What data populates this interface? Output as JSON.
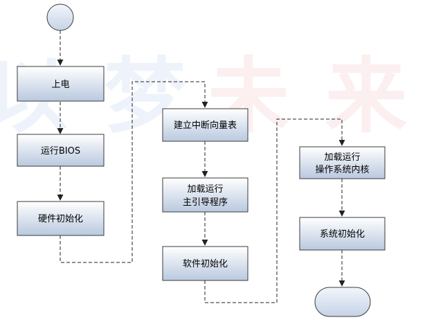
{
  "colors": {
    "box_fill_top": "#ffffff",
    "box_fill_bottom": "#b9c9df",
    "box_stroke": "#3a3a3a",
    "arrow": "#222222",
    "watermark_blue": "#eef3fb",
    "watermark_red": "#fbeff0"
  },
  "watermark": {
    "chars": [
      "以",
      "梦",
      "未",
      "来"
    ]
  },
  "nodes": {
    "power_on": "上电",
    "run_bios": "运行BIOS",
    "hw_init": "硬件初始化",
    "build_ivt": "建立中断向量表",
    "load_bootloader_l1": "加载运行",
    "load_bootloader_l2": "主引导程序",
    "sw_init": "软件初始化",
    "load_kernel_l1": "加载运行",
    "load_kernel_l2": "操作系统内核",
    "sys_init": "系统初始化"
  }
}
